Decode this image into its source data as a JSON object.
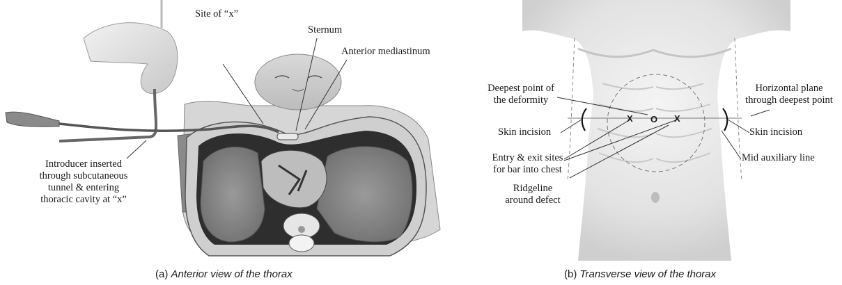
{
  "panel_a": {
    "labels": {
      "site_of_x": "Site of “x”",
      "sternum": "Sternum",
      "anterior_mediastinum": "Anterior mediastinum",
      "introducer_line1": "Introducer inserted",
      "introducer_line2": "through subcutaneous",
      "introducer_line3": "tunnel & entering",
      "introducer_line4": "thoracic cavity at “x”"
    },
    "caption_prefix": "(a) ",
    "caption_title": "Anterior view of the thorax"
  },
  "panel_b": {
    "labels": {
      "deepest_line1": "Deepest point of",
      "deepest_line2": "the deformity",
      "horizontal_line1": "Horizontal plane",
      "horizontal_line2": "through deepest point",
      "skin_incision_left": "Skin incision",
      "skin_incision_right": "Skin incision",
      "entry_line1": "Entry & exit sites",
      "entry_line2": "for bar into chest",
      "mid_axillary": "Mid auxiliary line",
      "ridge_line1": "Ridgeline",
      "ridge_line2": "around defect"
    },
    "markers": {
      "x_left": "X",
      "o_center": "O",
      "x_right": "X"
    },
    "caption_prefix": "(b) ",
    "caption_title": "Transverse view of the thorax"
  },
  "colors": {
    "skin_light": "#ececec",
    "skin_mid": "#cfcfcf",
    "lung": "#8c8c8c",
    "cavity_dark": "#2e2e2e",
    "outline": "#555555"
  }
}
